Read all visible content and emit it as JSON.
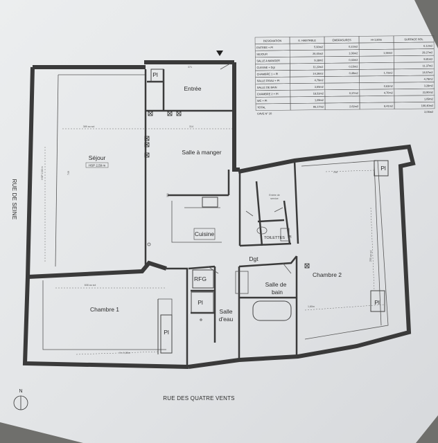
{
  "rooms": {
    "entree": "Entrée",
    "sejour": "Séjour",
    "sejour_note": "HSP 2,59 m",
    "salle_manger": "Salle à manger",
    "cuisine": "Cuisine",
    "dgt": "Dgt",
    "toilettes": "TOILETTES",
    "chambre1": "Chambre 1",
    "chambre2": "Chambre 2",
    "salle_bain_1": "Salle de",
    "salle_bain_2": "bain",
    "salle_eau_1": "Salle",
    "salle_eau_2": "d'eau",
    "rfg": "RFG",
    "pl": "Pl",
    "entree_service_1": "Entrée de",
    "entree_service_2": "service"
  },
  "streets": {
    "left": "RUE DE SEINE",
    "bottom": "RUE DES QUATRE VENTS"
  },
  "compass": "N",
  "dims": {
    "d1": "389 au sol",
    "d2": "314",
    "d3": "371",
    "d4": "608 au sol",
    "d5": "246",
    "d6": "749",
    "d7": "HSP 2,60 m",
    "d8": "9 x 1,80m",
    "d9": "1,80m",
    "d10": "200 au sol",
    "d11": "381"
  },
  "table": {
    "headers": [
      "DESIGNATION",
      "S. HABITABLE",
      "EMBRASURES",
      "H<1,80m",
      "SURFACE SOL"
    ],
    "rows": [
      [
        "ENTREE + Pl",
        "5,90m2",
        "0,22m2",
        "",
        "6,12m2"
      ],
      [
        "SEJOUR",
        "26,45m2",
        "1,06m2",
        "1,56m2",
        "29,27m2"
      ],
      [
        "SALLE A MANGER",
        "9,38m2",
        "0,43m2",
        "",
        "9,81m2"
      ],
      [
        "CUISINE + Dgt",
        "11,22m2",
        "0,15m2",
        "",
        "11,37m2"
      ],
      [
        "CHAMBRE 1 + Pl",
        "14,36m2",
        "0,49m2",
        "1,72m2",
        "16,57m2"
      ],
      [
        "SALLE D'EAU + Pl",
        "4,79m2",
        "",
        "",
        "4,79m2"
      ],
      [
        "SALLE DE BAIN",
        "3,65m2",
        "",
        "0,63m2",
        "3,28m2"
      ],
      [
        "CHAMBRE 2 + Pl",
        "18,53m2",
        "0,37m2",
        "4,70m2",
        "23,90m2"
      ],
      [
        "WC + Pl",
        "1,69m2",
        "",
        "",
        "1,69m2"
      ],
      [
        "TOTAL",
        "95,17m2",
        "2,62m2",
        "8,41m2",
        "106,40m2"
      ]
    ],
    "cave": "CAVE N° 20",
    "cave_surface": "3,06m2"
  }
}
